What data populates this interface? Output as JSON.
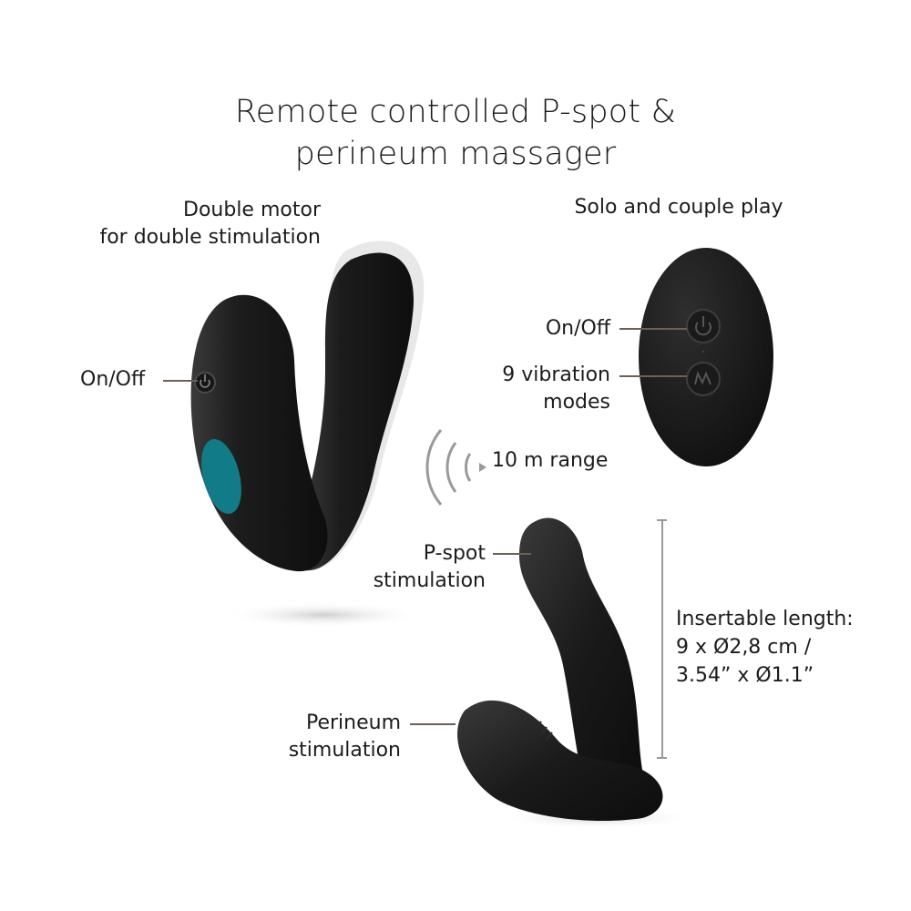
{
  "title": {
    "line1": "Remote controlled P-spot &",
    "line2": "perineum massager"
  },
  "feature_top_left": {
    "line1": "Double motor",
    "line2": "for double stimulation"
  },
  "feature_top_right": "Solo and couple play",
  "device_labels": {
    "power": "On/Off"
  },
  "remote_labels": {
    "power": "On/Off",
    "modes_line1": "9 vibration",
    "modes_line2": "modes"
  },
  "range_label": "10 m range",
  "product_labels": {
    "pspot_line1": "P-spot",
    "pspot_line2": "stimulation",
    "perineum_line1": "Perineum",
    "perineum_line2": "stimulation"
  },
  "dimensions": {
    "heading": "Insertable length:",
    "metric": "9 x Ø2,8 cm /",
    "imperial": "3.54” x Ø1.1”"
  },
  "colors": {
    "product_body": "#1b1b1b",
    "accent_teal": "#127b88",
    "leader_line": "#6b6157",
    "signal_icon": "#9a9a9a"
  }
}
